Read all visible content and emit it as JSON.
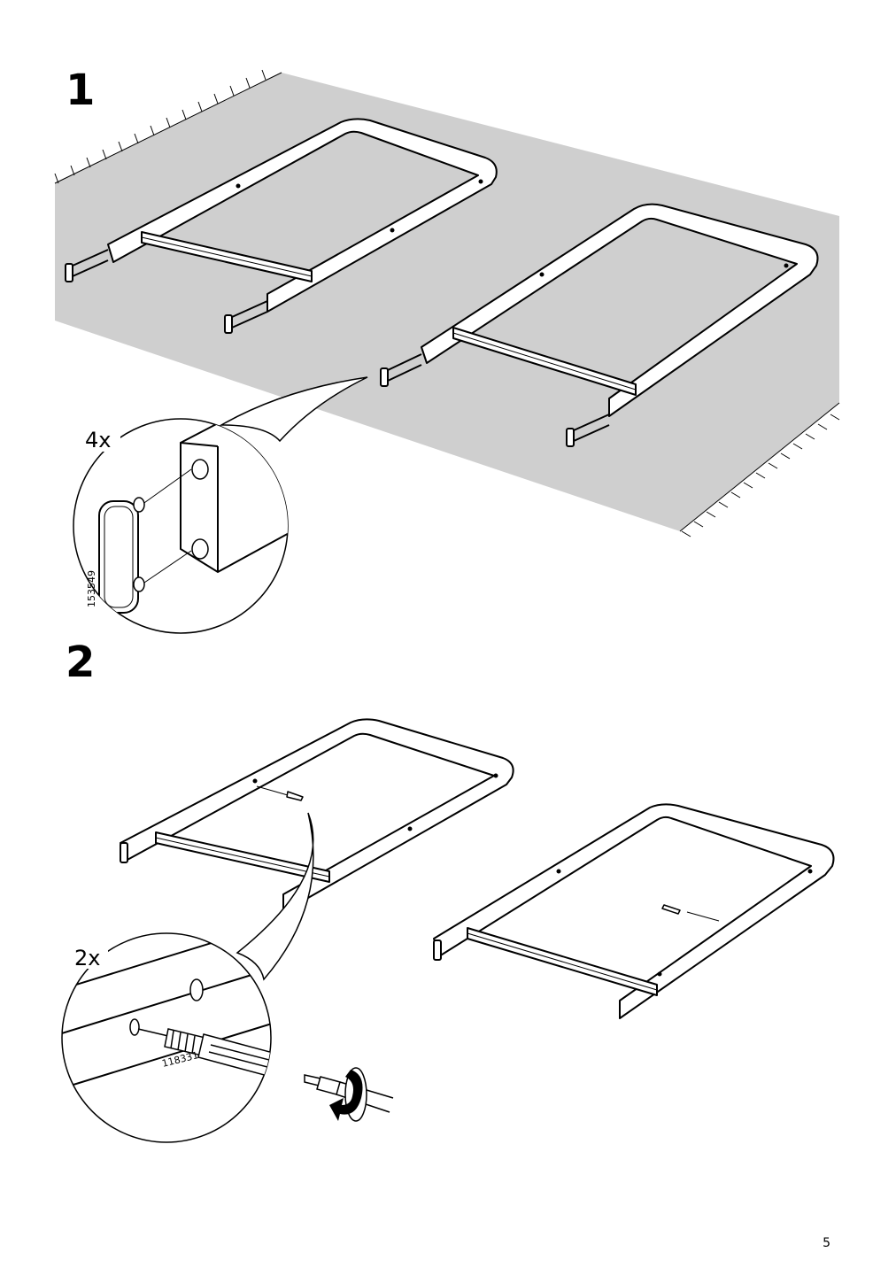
{
  "steps": [
    {
      "number": "1",
      "detail": {
        "quantity": "4x",
        "part_number": "153549"
      }
    },
    {
      "number": "2",
      "detail": {
        "quantity": "2x",
        "part_number": "118331"
      }
    }
  ],
  "page_number": "5"
}
